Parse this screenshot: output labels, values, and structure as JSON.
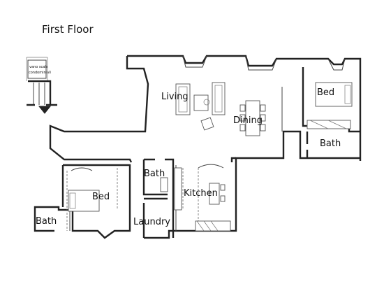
{
  "title": "First Floor",
  "stair_sign": {
    "line1": "vano scala",
    "line2": "condominiali"
  },
  "rooms": {
    "living": "Living",
    "dining": "Dining",
    "bed_right": "Bed",
    "bath_right": "Bath",
    "bath_center": "Bath",
    "kitchen": "Kitchen",
    "laundry": "Laundry",
    "bed_left": "Bed",
    "bath_left": "Bath"
  }
}
